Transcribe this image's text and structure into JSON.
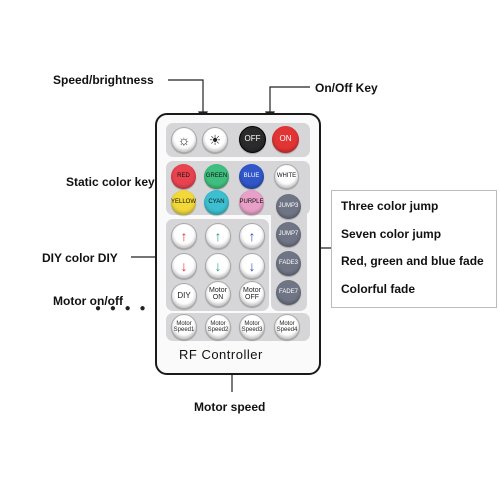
{
  "callouts": {
    "speed_brightness": "Speed/brightness",
    "on_off_key": "On/Off Key",
    "static_color_key": "Static color key",
    "diy_color": "DIY color DIY",
    "motor_on_off": "Motor on/off",
    "motor_speed": "Motor speed"
  },
  "features": {
    "three_jump": "Three color jump",
    "seven_jump": "Seven color jump",
    "rgb_fade": "Red, green and blue fade",
    "colorful_fade": "Colorful fade"
  },
  "remote": {
    "off": "OFF",
    "on": "ON",
    "colors": [
      {
        "label": "RED",
        "color": "#e8434f"
      },
      {
        "label": "GREEN",
        "color": "#3fbf7f"
      },
      {
        "label": "BLUE",
        "color": "#3056c8"
      },
      {
        "label": "WHITE",
        "color": "#ffffff"
      },
      {
        "label": "YELLOW",
        "color": "#f3d83a"
      },
      {
        "label": "CYAN",
        "color": "#3cbfd0"
      },
      {
        "label": "PURPLE",
        "color": "#e8a0c8"
      }
    ],
    "modes": [
      "JUMP3",
      "JUMP7",
      "FADE3",
      "FADE7"
    ],
    "diy": "DIY",
    "motor_on_1": "Motor",
    "motor_on_2": "ON",
    "motor_off_1": "Motor",
    "motor_off_2": "OFF",
    "speeds": [
      {
        "l1": "Motor",
        "l2": "Speed1"
      },
      {
        "l1": "Motor",
        "l2": "Speed2"
      },
      {
        "l1": "Motor",
        "l2": "Speed3"
      },
      {
        "l1": "Motor",
        "l2": "Speed4"
      }
    ],
    "brand": "RF Controller",
    "arrow_colors": {
      "red": "#e23434",
      "green": "#2fa37a",
      "blue": "#2b4fc0"
    }
  }
}
